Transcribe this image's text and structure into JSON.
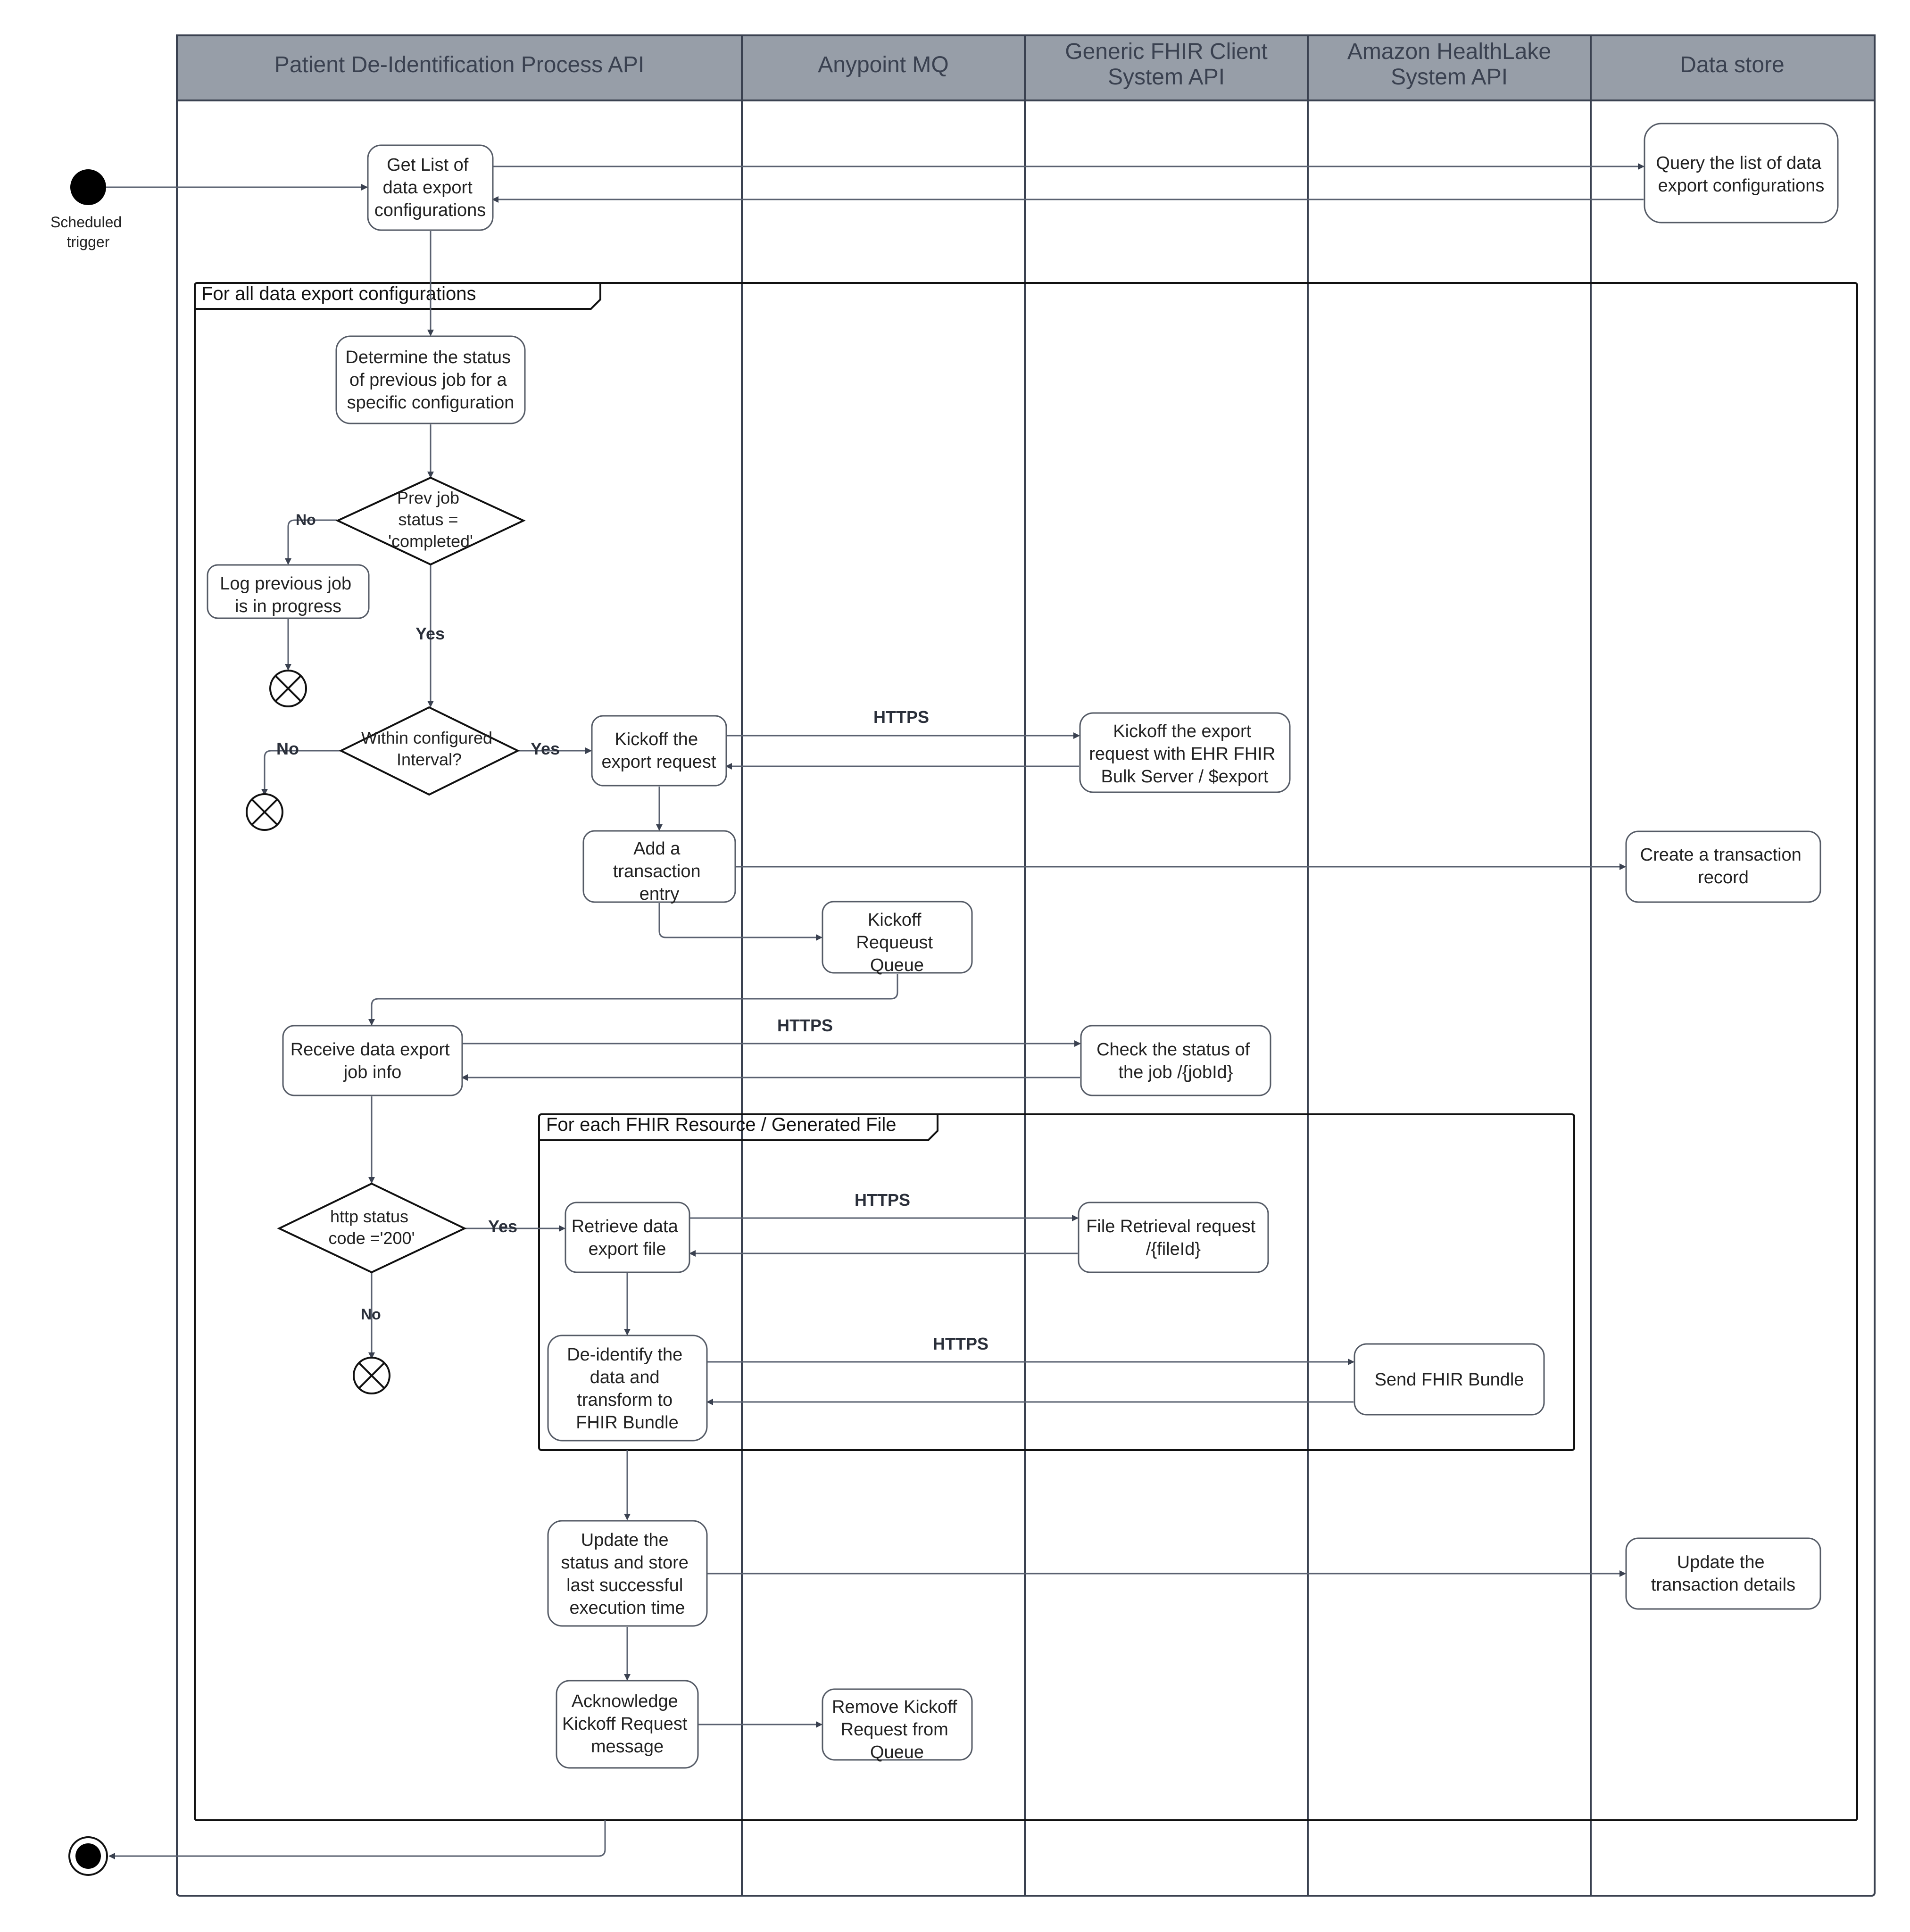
{
  "lanes": [
    {
      "id": "lane-1",
      "title": [
        "Patient De-Identification Process API"
      ]
    },
    {
      "id": "lane-2",
      "title": [
        "Anypoint MQ"
      ]
    },
    {
      "id": "lane-3",
      "title": [
        "Generic FHIR Client",
        "System API"
      ]
    },
    {
      "id": "lane-4",
      "title": [
        "Amazon HealthLake",
        "System API"
      ]
    },
    {
      "id": "lane-5",
      "title": [
        "Data store"
      ]
    }
  ],
  "start": {
    "label": [
      "Scheduled",
      "trigger"
    ]
  },
  "frames": {
    "outer": "For all data export configurations",
    "inner": "For each FHIR Resource / Generated File"
  },
  "nodes": {
    "get_list": [
      "Get List of",
      "data export",
      "configurations"
    ],
    "query_list": [
      "Query the list of data",
      "export configurations"
    ],
    "determine_status": [
      "Determine the status",
      "of previous job for a",
      "specific configuration"
    ],
    "prev_job_decision": [
      "Prev job",
      "status =",
      "'completed'"
    ],
    "log_prev": [
      "Log previous job",
      "is in progress"
    ],
    "interval_decision": [
      "Within configured",
      "Interval?"
    ],
    "kickoff_export": [
      "Kickoff the",
      "export request"
    ],
    "kickoff_ehr": [
      "Kickoff the export",
      "request with EHR FHIR",
      "Bulk Server  / $export"
    ],
    "add_transaction": [
      "Add a",
      "transaction",
      "entry"
    ],
    "create_record": [
      "Create a transaction",
      "record"
    ],
    "kickoff_queue": [
      "Kickoff",
      "Requeust",
      "Queue"
    ],
    "receive_info": [
      "Receive data export",
      "job info"
    ],
    "check_status": [
      "Check the status of",
      "the job  /{jobId}"
    ],
    "http_decision": [
      "http status",
      "code ='200'"
    ],
    "retrieve_file": [
      "Retrieve data",
      "export file"
    ],
    "file_retrieval": [
      "File Retrieval request",
      "/{fileId}"
    ],
    "deidentify": [
      "De-identify the",
      "data and",
      "transform to",
      "FHIR Bundle"
    ],
    "send_bundle": [
      "Send FHIR Bundle"
    ],
    "update_status": [
      "Update the",
      "status and store",
      "last successful",
      "execution time"
    ],
    "update_details": [
      "Update the",
      "transaction details"
    ],
    "acknowledge": [
      "Acknowledge",
      "Kickoff Request",
      "message"
    ],
    "remove_queue": [
      "Remove Kickoff",
      "Request from",
      "Queue"
    ]
  },
  "edge_labels": {
    "no": "No",
    "yes": "Yes",
    "https": "HTTPS"
  },
  "colors": {
    "header_fill": "#979ea8",
    "line": "#3a4150",
    "edge": "#5a6170",
    "node_stroke": "#555b66"
  }
}
